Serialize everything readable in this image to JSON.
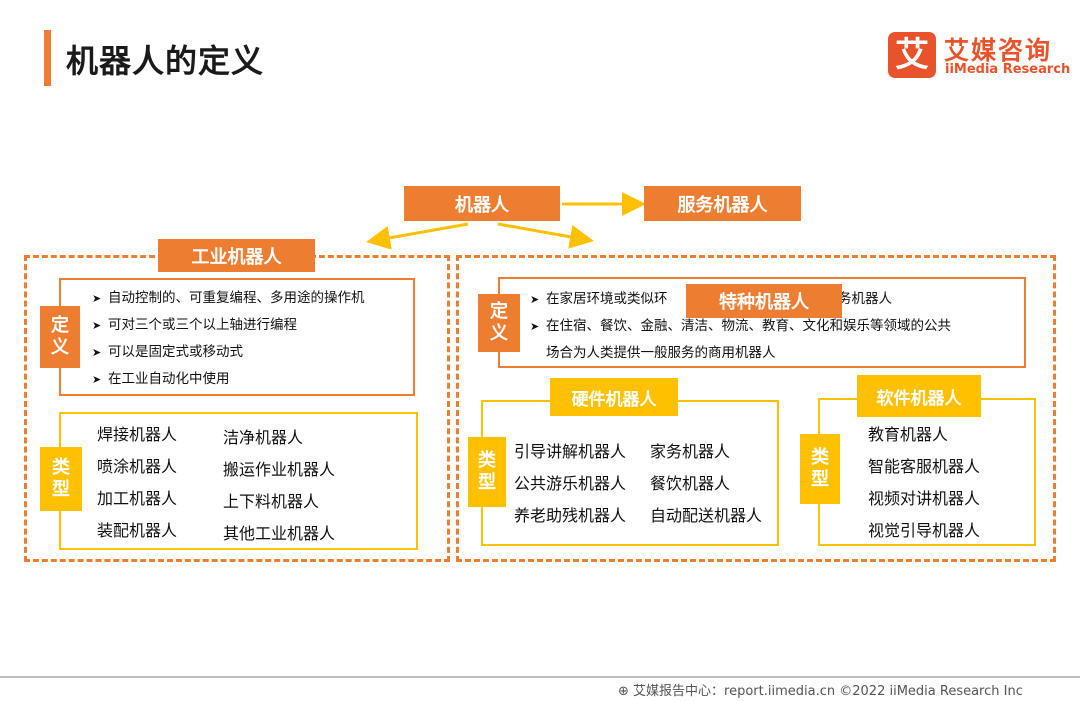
{
  "header": {
    "title": "机器人的定义",
    "logo_mark": "艾",
    "logo_cn": "艾媒咨询",
    "logo_en": "iiMedia Research"
  },
  "top": {
    "root": "机器人",
    "service": "服务机器人"
  },
  "industrial": {
    "label": "工业机器人",
    "def_tag": [
      "定",
      "义"
    ],
    "definitions": [
      "自动控制的、可重复编程、多用途的操作机",
      "可对三个或三个以上轴进行编程",
      "可以是固定式或移动式",
      "在工业自动化中使用"
    ],
    "type_tag": [
      "类",
      "型"
    ],
    "types_col1": [
      "焊接机器人",
      "喷涂机器人",
      "加工机器人",
      "装配机器人"
    ],
    "types_col2": [
      "洁净机器人",
      "搬运作业机器人",
      "上下料机器人",
      "其他工业机器人"
    ]
  },
  "special": {
    "label": "特种机器人",
    "def_tag": [
      "定",
      "义"
    ],
    "def1_a": "在家居环境或类似环",
    "def1_b": "务机器人",
    "def2_line1": "在住宿、餐饮、金融、清洁、物流、教育、文化和娱乐等领域的公共",
    "def2_line2": "场合为人类提供一般服务的商用机器人"
  },
  "hardware": {
    "label": "硬件机器人",
    "type_tag": [
      "类",
      "型"
    ],
    "col1": [
      "引导讲解机器人",
      "公共游乐机器人",
      "养老助残机器人"
    ],
    "col2": [
      "家务机器人",
      "餐饮机器人",
      "自动配送机器人"
    ]
  },
  "software": {
    "label": "软件机器人",
    "type_tag": [
      "类",
      "型"
    ],
    "items": [
      "教育机器人",
      "智能客服机器人",
      "视频对讲机器人",
      "视觉引导机器人"
    ]
  },
  "footer": {
    "text": "艾媒报告中心：report.iimedia.cn    ©2022  iiMedia Research  Inc"
  },
  "colors": {
    "orange": "#ED7D31",
    "yellow": "#FFC000",
    "brand": "#E8532C"
  }
}
